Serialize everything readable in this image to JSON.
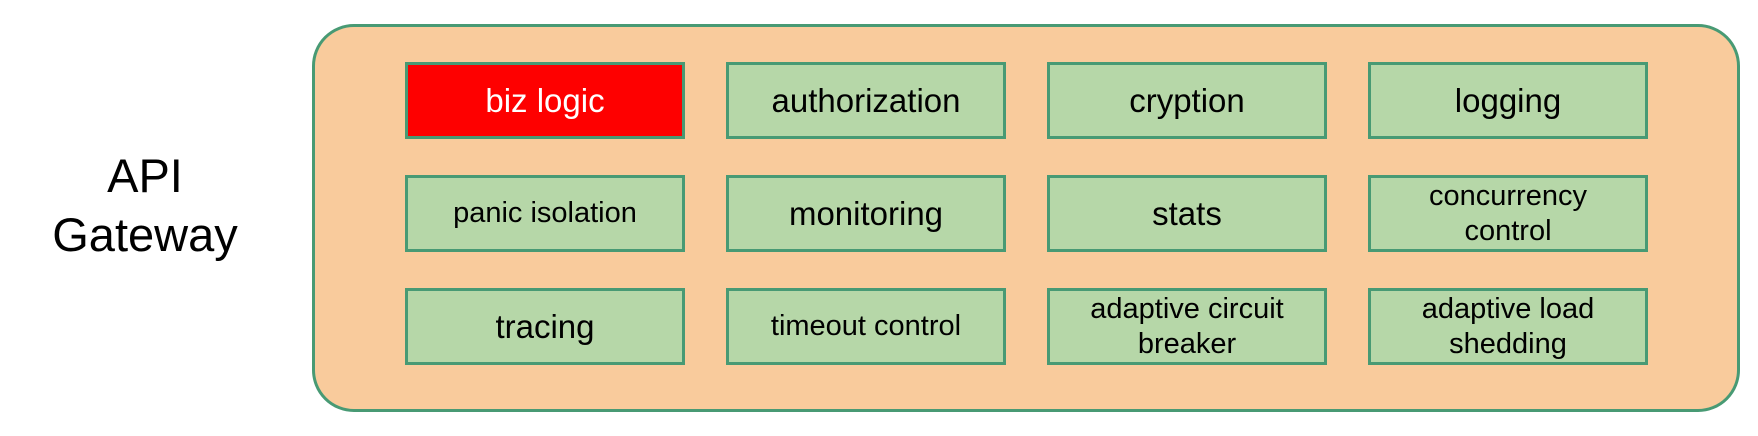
{
  "diagram": {
    "title_label": "API\nGateway",
    "colors": {
      "container_fill": "#f9cb9c",
      "container_border": "#489a74",
      "box_fill": "#b6d7a8",
      "box_border": "#489a74",
      "highlight_fill": "#fe0000",
      "highlight_text": "#ffffff",
      "text": "#000000"
    },
    "rows": [
      {
        "cells": [
          {
            "label": "biz logic",
            "highlighted": true,
            "style": "normal"
          },
          {
            "label": "authorization",
            "highlighted": false,
            "style": "normal"
          },
          {
            "label": "cryption",
            "highlighted": false,
            "style": "normal"
          },
          {
            "label": "logging",
            "highlighted": false,
            "style": "normal"
          }
        ]
      },
      {
        "cells": [
          {
            "label": "panic isolation",
            "highlighted": false,
            "style": "small"
          },
          {
            "label": "monitoring",
            "highlighted": false,
            "style": "normal"
          },
          {
            "label": "stats",
            "highlighted": false,
            "style": "normal"
          },
          {
            "label": "concurrency\ncontrol",
            "highlighted": false,
            "style": "two-line"
          }
        ]
      },
      {
        "cells": [
          {
            "label": "tracing",
            "highlighted": false,
            "style": "normal"
          },
          {
            "label": "timeout control",
            "highlighted": false,
            "style": "small"
          },
          {
            "label": "adaptive circuit\nbreaker",
            "highlighted": false,
            "style": "two-line"
          },
          {
            "label": "adaptive load\nshedding",
            "highlighted": false,
            "style": "two-line"
          }
        ]
      }
    ]
  }
}
